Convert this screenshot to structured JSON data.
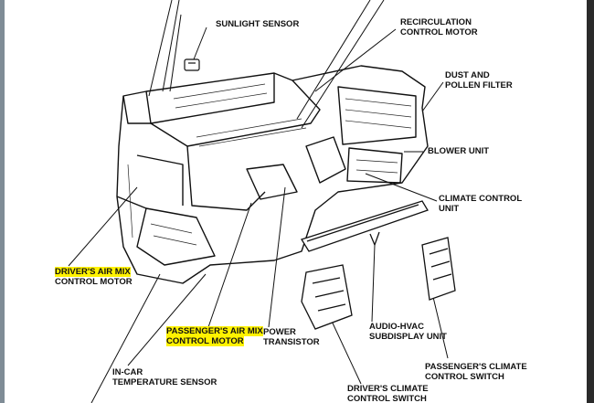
{
  "labels": {
    "sunlight_sensor": [
      "SUNLIGHT SENSOR"
    ],
    "recirculation_control_motor": [
      "RECIRCULATION",
      "CONTROL MOTOR"
    ],
    "dust_pollen_filter": [
      "DUST AND",
      "POLLEN FILTER"
    ],
    "blower_unit": [
      "BLOWER UNIT"
    ],
    "climate_control_unit": [
      "CLIMATE CONTROL",
      "UNIT"
    ],
    "drivers_air_mix_motor": [
      "DRIVER'S AIR MIX",
      "CONTROL MOTOR"
    ],
    "passengers_air_mix_motor": [
      "PASSENGER'S AIR MIX",
      "CONTROL MOTOR"
    ],
    "power_transistor": [
      "POWER",
      "TRANSISTOR"
    ],
    "audio_hvac_subdisplay": [
      "AUDIO-HVAC",
      "SUBDISPLAY UNIT"
    ],
    "passengers_climate_switch": [
      "PASSENGER'S CLIMATE",
      "CONTROL SWITCH"
    ],
    "in_car_temp_sensor": [
      "IN-CAR",
      "TEMPERATURE SENSOR"
    ],
    "drivers_climate_switch": [
      "DRIVER'S CLIMATE",
      "CONTROL SWITCH"
    ]
  },
  "highlight_color": "#fff200"
}
